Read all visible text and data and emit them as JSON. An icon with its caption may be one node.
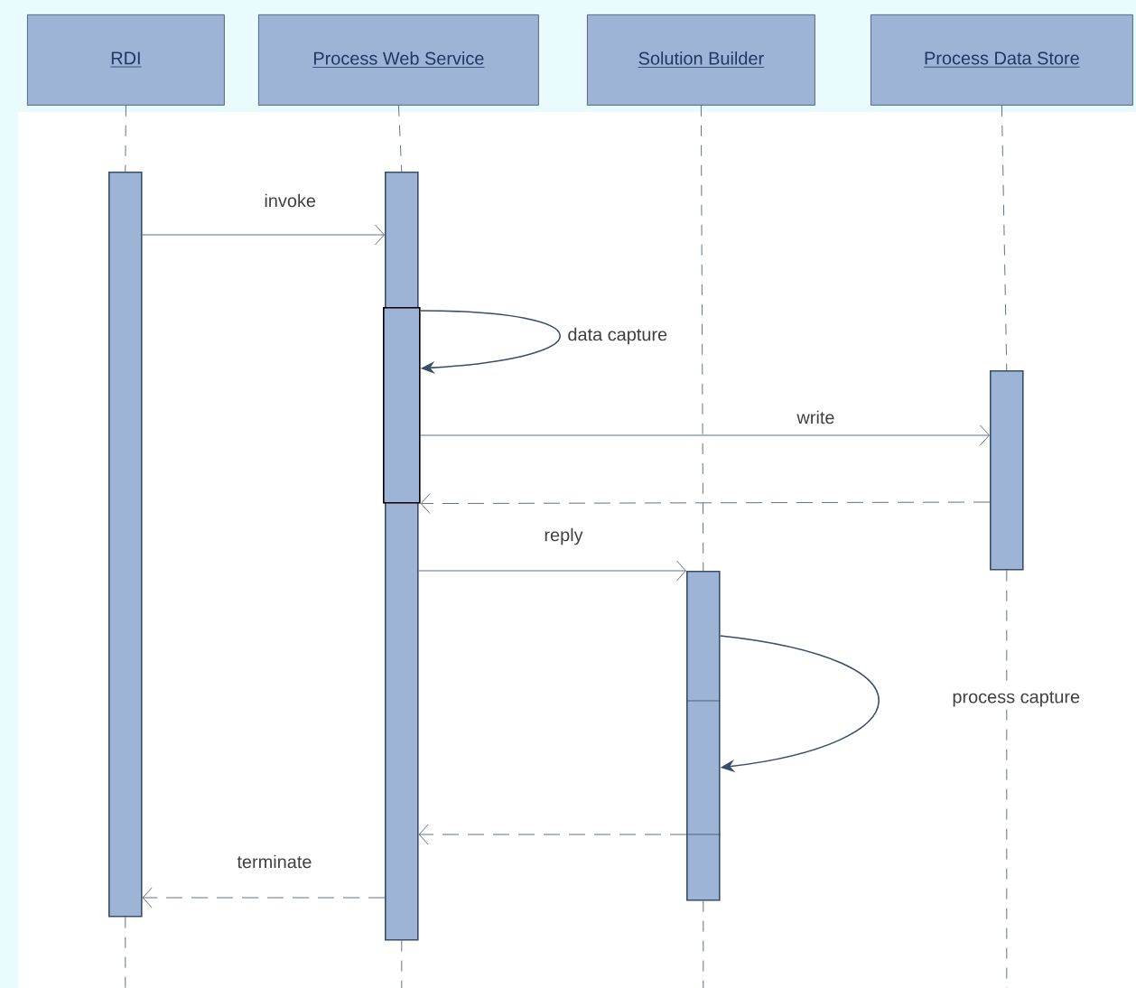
{
  "diagram": {
    "nodes": [
      {
        "text": [
          "RDI"
        ]
      },
      {
        "text": [
          "Process Web Service"
        ]
      },
      {
        "text": [
          "Solution Builder"
        ]
      },
      {
        "text": [
          "Process Data Store"
        ]
      },
      {
        "text": [],
        "shape": "bar"
      },
      {
        "text": [],
        "shape": "bar"
      },
      {
        "text": [],
        "shape": "bar",
        "in": 5
      },
      {
        "text": [],
        "shape": "bar"
      },
      {
        "text": [],
        "shape": "bar"
      }
    ],
    "edges": [
      {
        "from": 0,
        "to": 4,
        "arrow": "none",
        "style": "dashed"
      },
      {
        "from": 1,
        "to": 5,
        "arrow": "none",
        "style": "dashed"
      },
      {
        "from": 2,
        "to": 8,
        "arrow": "none",
        "style": "dashed"
      },
      {
        "from": 3,
        "to": 7,
        "arrow": "none",
        "style": "dashed"
      },
      {
        "from": 4,
        "to": 5,
        "arrow": "to",
        "label": "invoke"
      },
      {
        "from": 6,
        "to": 6,
        "arrow": "to",
        "label": "data capture"
      },
      {
        "from": 6,
        "to": 7,
        "arrow": "to",
        "label": "write"
      },
      {
        "from": 7,
        "to": 6,
        "arrow": "to",
        "style": "dashed"
      },
      {
        "from": 5,
        "to": 8,
        "arrow": "to",
        "label": "reply"
      },
      {
        "from": 8,
        "to": 8,
        "arrow": "to",
        "label": "process capture"
      },
      {
        "from": 8,
        "to": 5,
        "arrow": "to",
        "style": "dashed"
      },
      {
        "from": 5,
        "to": 4,
        "arrow": "to",
        "style": "dashed",
        "label": "terminate"
      }
    ]
  }
}
